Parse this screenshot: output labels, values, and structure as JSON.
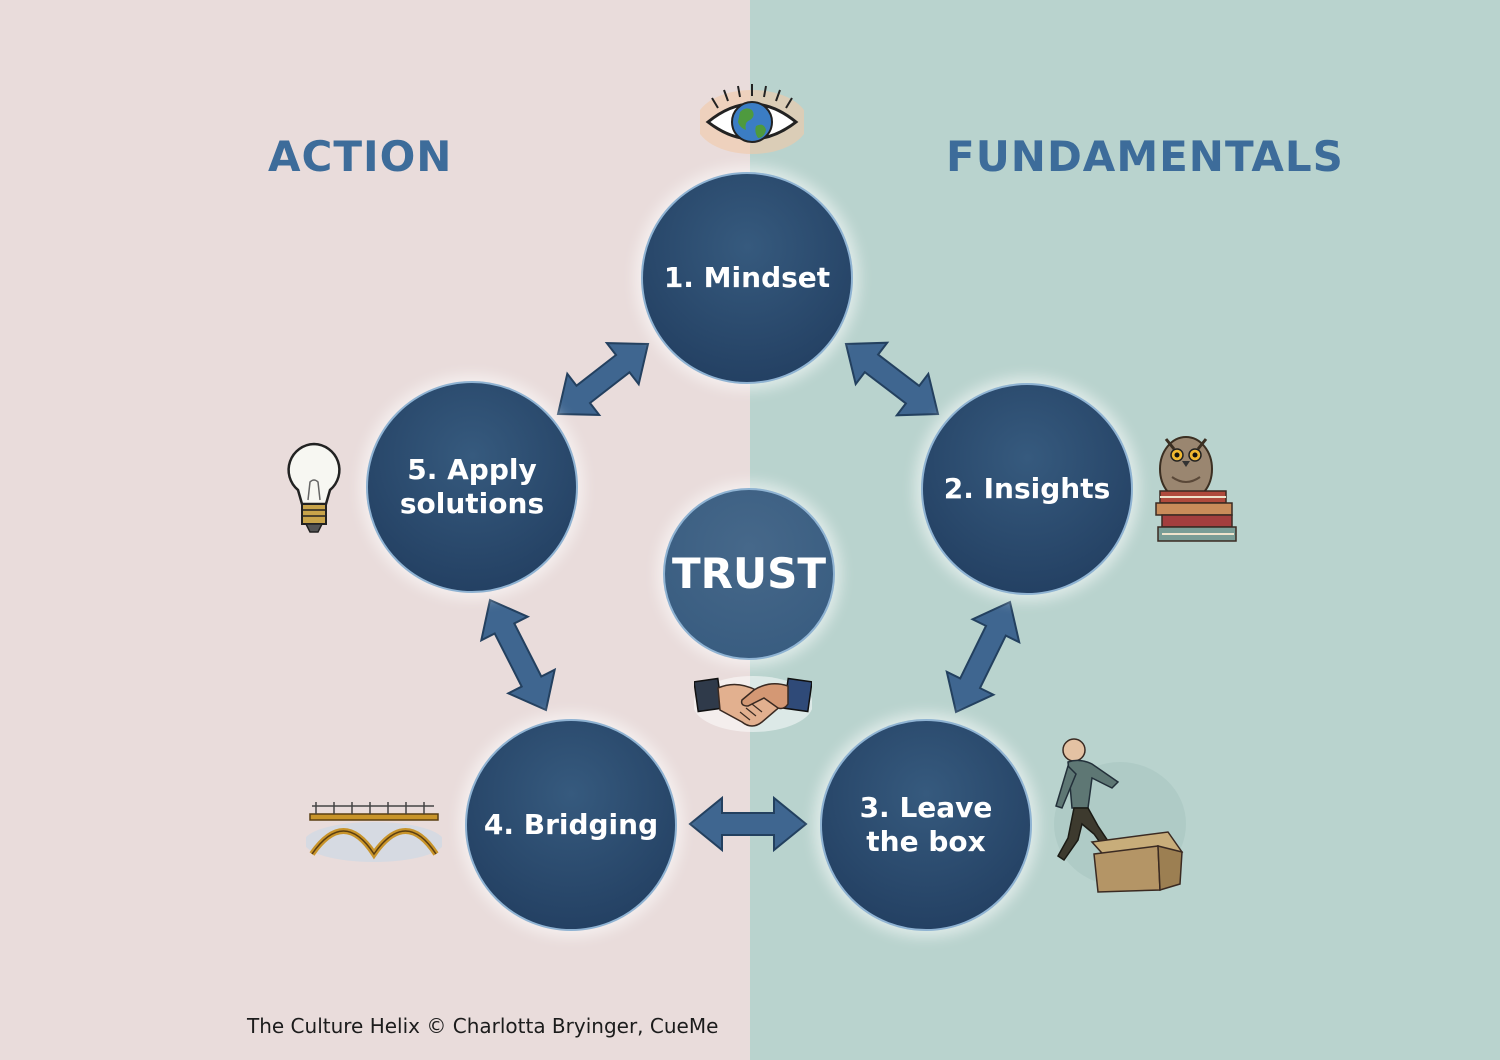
{
  "colors": {
    "left_panel": "#e9dcdb",
    "right_panel": "#b9d3ce",
    "heading": "#3d6c9a",
    "node_dark": "#1f3a5c",
    "node_mid": "#365a7e",
    "center_node": "#46688a",
    "arrow_fill": "#3f6690",
    "arrow_stroke": "#23405f"
  },
  "headings": {
    "left": "ACTION",
    "right": "FUNDAMENTALS"
  },
  "nodes": {
    "mindset": "1. Mindset",
    "insights": "2. Insights",
    "leave_box": "3. Leave\nthe box",
    "bridging": "4. Bridging",
    "apply": "5. Apply\nsolutions",
    "center": "TRUST"
  },
  "icons": {
    "mindset": "eye-globe-icon",
    "insights": "owl-on-books-icon",
    "leave_box": "person-stepping-out-of-box-icon",
    "bridging": "bridge-icon",
    "apply": "lightbulb-icon",
    "center": "handshake-icon"
  },
  "credit": "The Culture Helix © Charlotta Bryinger, CueMe"
}
